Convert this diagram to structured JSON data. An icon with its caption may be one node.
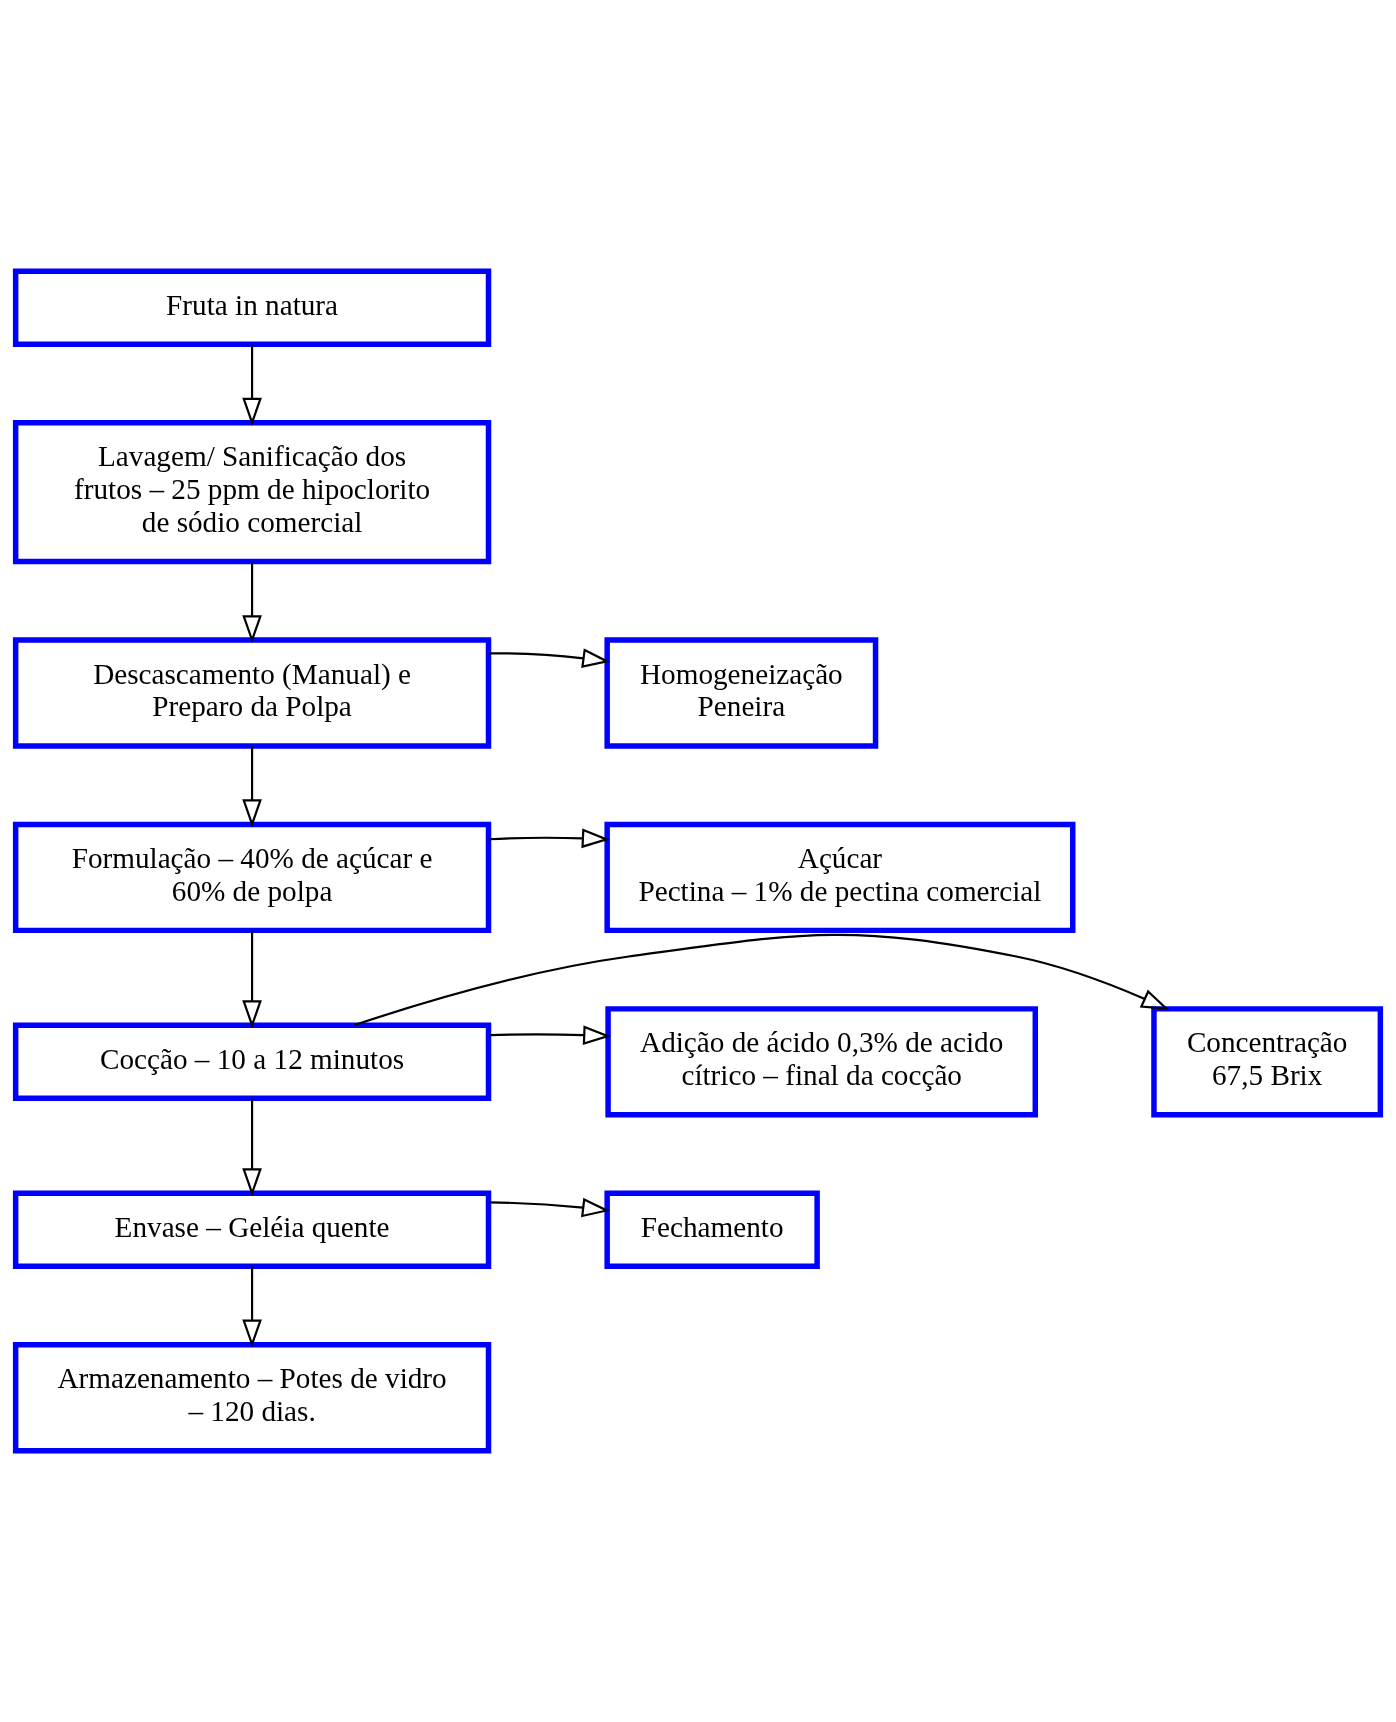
{
  "diagram": {
    "nodes": [
      {
        "text": [
          "Fruta in natura"
        ]
      },
      {
        "text": [
          "Lavagem/ Sanificação dos frutos – 25 ppm de hipoclorito de sódio comercial"
        ]
      },
      {
        "text": [
          "Descascamento (Manual) e Preparo da Polpa"
        ]
      },
      {
        "text": [
          "Homogeneização",
          "Peneira"
        ]
      },
      {
        "text": [
          "Formulação – 40% de açúcar e 60% de polpa"
        ]
      },
      {
        "text": [
          "Açúcar",
          "Pectina – 1% de pectina comercial"
        ]
      },
      {
        "text": [
          "Adição de ácido 0,3% de acido cítrico – final da cocção"
        ]
      },
      {
        "text": [
          "Cocção – 10 a 12 minutos"
        ]
      },
      {
        "text": [
          "Concentração",
          "67,5 Brix"
        ]
      },
      {
        "text": [
          "Envase – Geléia quente"
        ]
      },
      {
        "text": [
          "Fechamento"
        ]
      },
      {
        "text": [
          "Armazenamento – Potes de vidro – 120 dias."
        ]
      }
    ],
    "edges": [
      {
        "from": 0,
        "to": 1,
        "arrow": "to"
      },
      {
        "from": 1,
        "to": 2,
        "arrow": "to"
      },
      {
        "from": 2,
        "to": 3,
        "arrow": "to"
      },
      {
        "from": 2,
        "to": 4,
        "arrow": "to"
      },
      {
        "from": 4,
        "to": 5,
        "arrow": "to"
      },
      {
        "from": 4,
        "to": 7,
        "arrow": "to"
      },
      {
        "from": 7,
        "to": 6,
        "arrow": "to"
      },
      {
        "from": 7,
        "to": 8,
        "arrow": "to"
      },
      {
        "from": 7,
        "to": 9,
        "arrow": "to"
      },
      {
        "from": 9,
        "to": 10,
        "arrow": "to"
      },
      {
        "from": 9,
        "to": 11,
        "arrow": "to"
      }
    ]
  }
}
